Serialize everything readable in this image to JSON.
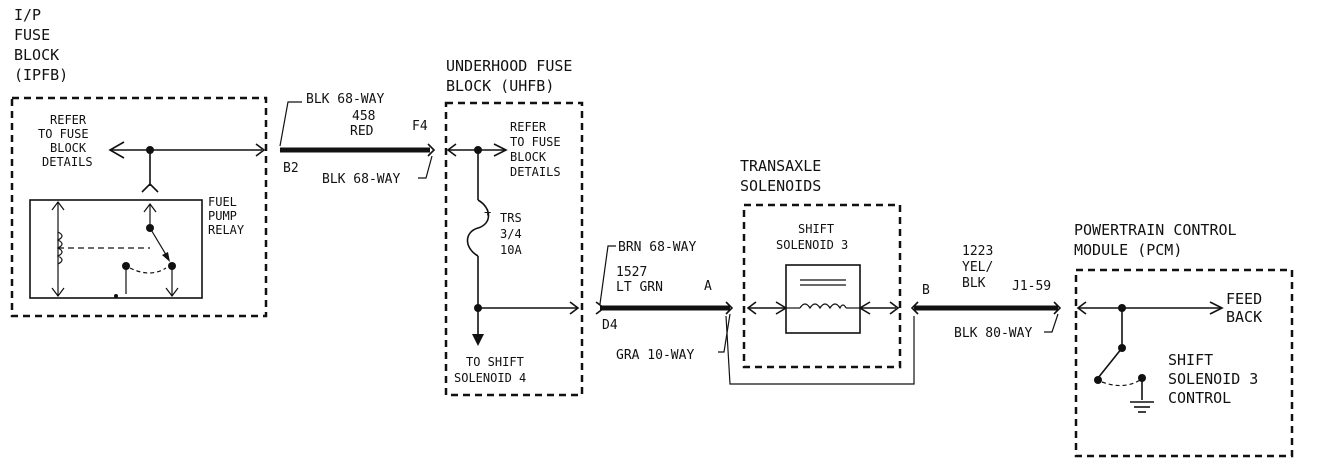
{
  "ipfb": {
    "title": [
      "I/P",
      "FUSE",
      "BLOCK",
      "(IPFB)"
    ],
    "refer": [
      "REFER",
      "TO FUSE",
      "BLOCK",
      "DETAILS"
    ],
    "relay": [
      "FUEL",
      "PUMP",
      "RELAY"
    ]
  },
  "wire1": {
    "conn_top": "BLK 68-WAY",
    "circuit": "458",
    "color": "RED",
    "pin_left": "B2",
    "pin_right": "F4",
    "conn_bottom": "BLK 68-WAY"
  },
  "uhfb": {
    "title": [
      "UNDERHOOD FUSE",
      "BLOCK (UHFB)"
    ],
    "refer": [
      "REFER",
      "TO FUSE",
      "BLOCK",
      "DETAILS"
    ],
    "fuse": [
      "TRS",
      "3/4",
      "10A"
    ],
    "fuse_plus": "+",
    "to_shift": [
      "TO SHIFT",
      "SOLENOID 4"
    ]
  },
  "wire2": {
    "conn_top": "BRN 68-WAY",
    "circuit": "1527",
    "color": "LT GRN",
    "pin_left": "D4",
    "pin_right": "A",
    "conn_bottom": "GRA 10-WAY"
  },
  "transaxle": {
    "title": [
      "TRANSAXLE",
      "SOLENOIDS"
    ],
    "solenoid": [
      "SHIFT",
      "SOLENOID 3"
    ]
  },
  "wire3": {
    "pin_left": "B",
    "circuit": "1223",
    "color": [
      "YEL/",
      "BLK"
    ],
    "pin_right": "J1-59",
    "conn_bottom": "BLK 80-WAY"
  },
  "pcm": {
    "title": [
      "POWERTRAIN CONTROL",
      "MODULE (PCM)"
    ],
    "feedback": [
      "FEED",
      "BACK"
    ],
    "control": [
      "SHIFT",
      "SOLENOID 3",
      "CONTROL"
    ]
  }
}
